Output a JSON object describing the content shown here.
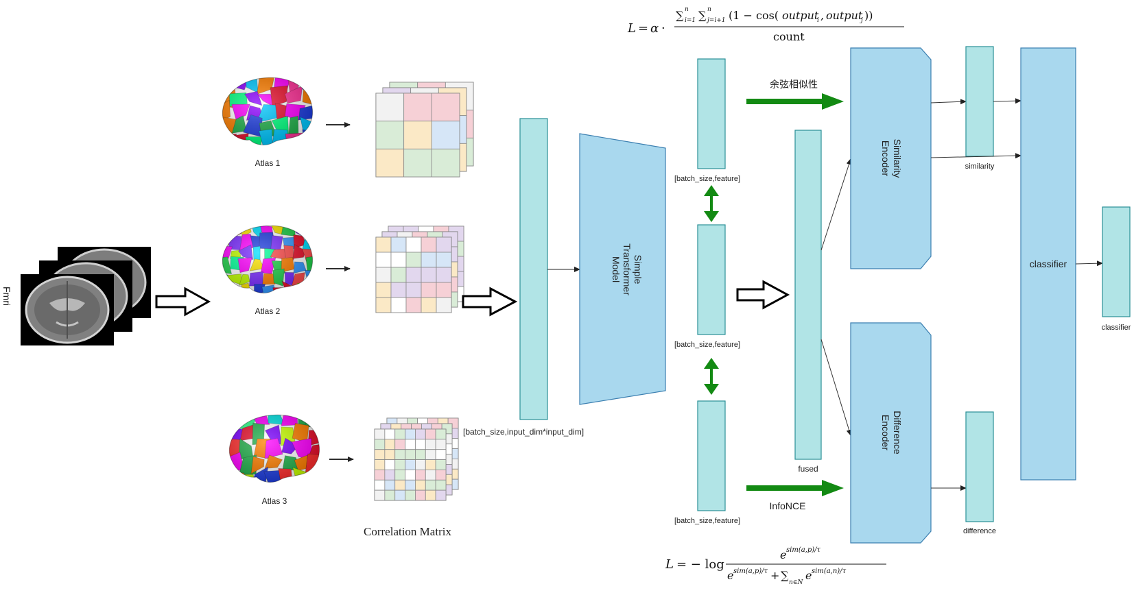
{
  "input": {
    "label": "Fmri"
  },
  "atlases": [
    {
      "label": "Atlas 1"
    },
    {
      "label": "Atlas 2"
    },
    {
      "label": "Atlas 3"
    }
  ],
  "correlation": {
    "label": "Correlation Matrix"
  },
  "flatten": {
    "shape_label": "[batch_size,input_dim*input_dim]"
  },
  "transformer": {
    "label_lines": [
      "Simple",
      "Transformer",
      "Model"
    ]
  },
  "outputs": {
    "shape_label": "[batch_size,feature]"
  },
  "fused": {
    "label": "fused"
  },
  "cosine": {
    "label": "余弦相似性"
  },
  "infonce": {
    "label": "InfoNCE"
  },
  "similarity_encoder": {
    "label_lines": [
      "Similarity",
      "Encoder"
    ]
  },
  "difference_encoder": {
    "label_lines": [
      "Difference",
      "Encoder"
    ]
  },
  "similarity_feature": {
    "label": "similarity"
  },
  "difference_feature": {
    "label": "difference"
  },
  "classifier": {
    "label": "classifier"
  },
  "output": {
    "label": "classifier"
  },
  "colors": {
    "feature_box": "#b1e4e6",
    "encoder_box": "#a9d8ee",
    "green_arrow": "#138a13"
  }
}
